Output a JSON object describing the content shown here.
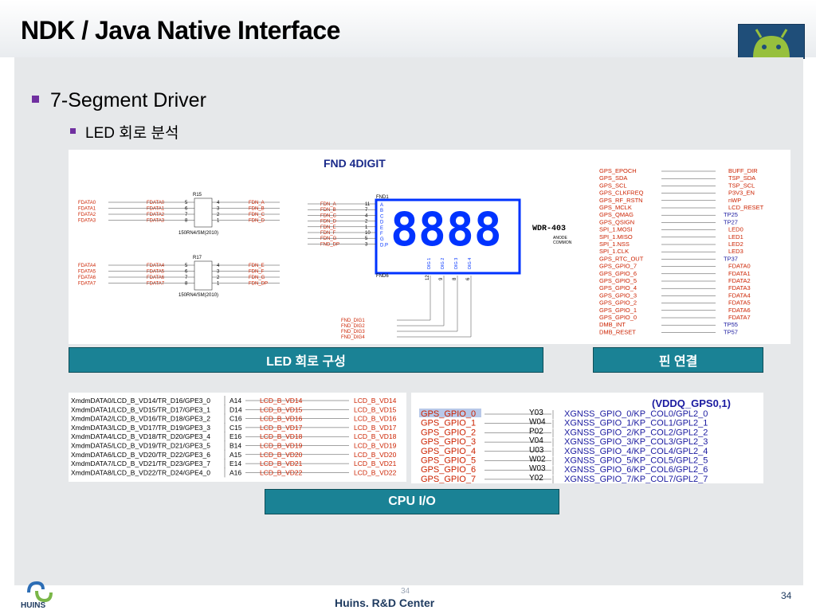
{
  "slide": {
    "title": "NDK / Java Native Interface",
    "bullet1": "7-Segment Driver",
    "bullet2": "LED 회로 분석",
    "page_number": "34",
    "ghost_number": "34",
    "footer_company": "Huins. R&D Center",
    "footer_logo_text": "HUINS"
  },
  "captions": {
    "led_circuit": "LED 회로 구성",
    "pin_connect": "핀 연결",
    "cpu_io": "CPU I/O"
  },
  "schematic": {
    "fnd_title": "FND 4DIGIT",
    "fnd_ref": "FND1",
    "fnd_ref2": "FND6",
    "part": "WDR-403",
    "anode": "ANODE",
    "common": "COMMON",
    "digits_display": "8888",
    "r15": "R15",
    "r17": "R17",
    "rn_label": "150RN4/SM(2010)",
    "fdata_in_top": [
      "FDATA0",
      "FDATA1",
      "FDATA2",
      "FDATA3"
    ],
    "fdata_in_bot": [
      "FDATA4",
      "FDATA5",
      "FDATA6",
      "FDATA7"
    ],
    "pins_left_top": [
      "5",
      "6",
      "7",
      "8"
    ],
    "pins_right_top": [
      "4",
      "3",
      "2",
      "1"
    ],
    "fdn_top": [
      "FDN_A",
      "FDN_B",
      "FDN_C",
      "FDN_D"
    ],
    "fdn_bot": [
      "FDN_E",
      "FDN_F",
      "FDN_G",
      "FDN_DP"
    ],
    "fnd_in_labels": [
      "FDN_A",
      "FDN_B",
      "FDN_C",
      "FDN_D",
      "FDN_E",
      "FDN_F",
      "FDN_G",
      "FND_DP"
    ],
    "fnd_in_pins": [
      "11",
      "7",
      "4",
      "2",
      "1",
      "10",
      "5",
      "3"
    ],
    "seg_letters": [
      "A",
      "B",
      "C",
      "D",
      "E",
      "F",
      "G",
      "D.P"
    ],
    "dig_labels": [
      "DIG 1",
      "DIG 2",
      "DIG 3",
      "DIG 4"
    ],
    "dig_pins": [
      "12",
      "9",
      "8",
      "6"
    ],
    "fnd_dig": [
      "FND_DIG1",
      "FND_DIG2",
      "FND_DIG3",
      "FND_DIG4"
    ],
    "right_left_col": [
      "GPS_EPOCH",
      "GPS_SDA",
      "GPS_SCL",
      "GPS_CLKFREQ",
      "GPS_RF_RSTN",
      "GPS_MCLK",
      "GPS_QMAG",
      "GPS_QSIGN",
      "SPI_1.MOSI",
      "SPI_1.MISO",
      "SPI_1.NSS",
      "SPI_1.CLK",
      "GPS_RTC_OUT",
      "GPS_GPIO_7",
      "GPS_GPIO_6",
      "GPS_GPIO_5",
      "GPS_GPIO_4",
      "GPS_GPIO_3",
      "GPS_GPIO_2",
      "GPS_GPIO_1",
      "GPS_GPIO_0",
      "DMB_INT",
      "DMB_RESET"
    ],
    "right_right_col": [
      "BUFF_DIR",
      "TSP_SDA",
      "TSP_SCL",
      "P3V3_EN",
      "nWP",
      "LCD_RESET",
      "TP25",
      "TP27",
      "LED0",
      "LED1",
      "LED2",
      "LED3",
      "TP37",
      "FDATA0",
      "FDATA1",
      "FDATA2",
      "FDATA3",
      "FDATA4",
      "FDATA5",
      "FDATA6",
      "FDATA7",
      "TP55",
      "TP57"
    ]
  },
  "bus_left": {
    "rows": [
      {
        "net": "XmdmDATA0/LCD_B_VD14/TR_D16/GPE3_0",
        "pin": "A14",
        "mid": "LCD_B_VD14",
        "out": "LCD_B_VD14"
      },
      {
        "net": "XmdmDATA1/LCD_B_VD15/TR_D17/GPE3_1",
        "pin": "D14",
        "mid": "LCD_B_VD15",
        "out": "LCD_B_VD15"
      },
      {
        "net": "XmdmDATA2/LCD_B_VD16/TR_D18/GPE3_2",
        "pin": "C16",
        "mid": "LCD_B_VD16",
        "out": "LCD_B_VD16"
      },
      {
        "net": "XmdmDATA3/LCD_B_VD17/TR_D19/GPE3_3",
        "pin": "C15",
        "mid": "LCD_B_VD17",
        "out": "LCD_B_VD17"
      },
      {
        "net": "XmdmDATA4/LCD_B_VD18/TR_D20/GPE3_4",
        "pin": "E16",
        "mid": "LCD_B_VD18",
        "out": "LCD_B_VD18"
      },
      {
        "net": "XmdmDATA5/LCD_B_VD19/TR_D21/GPE3_5",
        "pin": "B14",
        "mid": "LCD_B_VD19",
        "out": "LCD_B_VD19"
      },
      {
        "net": "XmdmDATA6/LCD_B_VD20/TR_D22/GPE3_6",
        "pin": "A15",
        "mid": "LCD_B_VD20",
        "out": "LCD_B_VD20"
      },
      {
        "net": "XmdmDATA7/LCD_B_VD21/TR_D23/GPE3_7",
        "pin": "E14",
        "mid": "LCD_B_VD21",
        "out": "LCD_B_VD21"
      },
      {
        "net": "XmdmDATA8/LCD_B_VD22/TR_D24/GPE4_0",
        "pin": "A16",
        "mid": "LCD_B_VD22",
        "out": "LCD_B_VD22"
      }
    ]
  },
  "bus_right": {
    "header": "(VDDQ_GPS0,1)",
    "rows": [
      {
        "gpio": "GPS_GPIO_0",
        "pin": "Y03",
        "func": "XGNSS_GPIO_0/KP_COL0/GPL2_0"
      },
      {
        "gpio": "GPS_GPIO_1",
        "pin": "W04",
        "func": "XGNSS_GPIO_1/KP_COL1/GPL2_1"
      },
      {
        "gpio": "GPS_GPIO_2",
        "pin": "P02",
        "func": "XGNSS_GPIO_2/KP_COL2/GPL2_2"
      },
      {
        "gpio": "GPS_GPIO_3",
        "pin": "V04",
        "func": "XGNSS_GPIO_3/KP_COL3/GPL2_3"
      },
      {
        "gpio": "GPS_GPIO_4",
        "pin": "U03",
        "func": "XGNSS_GPIO_4/KP_COL4/GPL2_4"
      },
      {
        "gpio": "GPS_GPIO_5",
        "pin": "W02",
        "func": "XGNSS_GPIO_5/KP_COL5/GPL2_5"
      },
      {
        "gpio": "GPS_GPIO_6",
        "pin": "W03",
        "func": "XGNSS_GPIO_6/KP_COL6/GPL2_6"
      },
      {
        "gpio": "GPS_GPIO_7",
        "pin": "Y02",
        "func": "XGNSS_GPIO_7/KP_COL7/GPL2_7"
      }
    ]
  },
  "colors": {
    "accent_purple": "#7030a0",
    "teal": "#1a8295",
    "seg_blue": "#0033ff",
    "schematic_red": "#cc2200"
  },
  "icons": {
    "android": "android-icon",
    "huins": "huins-logo"
  }
}
